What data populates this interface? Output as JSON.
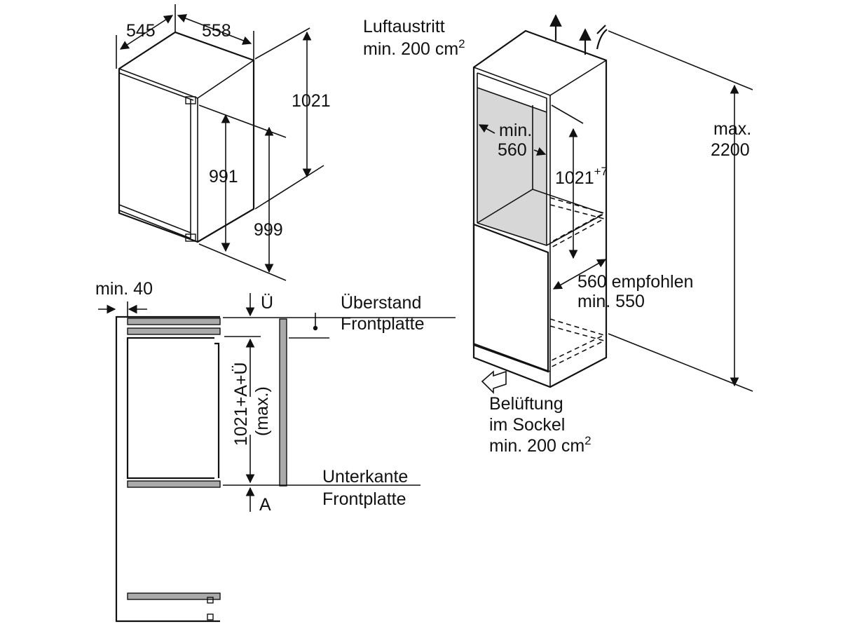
{
  "fridge_view": {
    "depth": "545",
    "width": "558",
    "height_total": "1021",
    "height_door": "991",
    "height_body": "999"
  },
  "niche_view": {
    "air_outlet_line1": "Luftaustritt",
    "air_outlet_line2": "min. 200 cm",
    "air_outlet_sup": "2",
    "niche_width_line1": "min.",
    "niche_width_line2": "560",
    "niche_height": "1021",
    "niche_height_sup": "+7",
    "max_height_line1": "max.",
    "max_height_line2": "2200",
    "depth_line1": "560 empfohlen",
    "depth_line2": "min. 550",
    "vent_line1": "Belüftung",
    "vent_line2": "im Sockel",
    "vent_line3": "min. 200 cm",
    "vent_sup": "2"
  },
  "section_view": {
    "gap_min": "min. 40",
    "overhang_symbol": "Ü",
    "overhang_line1": "Überstand",
    "overhang_line2": "Frontplatte",
    "front_height_line1": "1021+A+Ü",
    "front_height_line2": "(max.)",
    "lower_edge_line1": "Unterkante",
    "lower_edge_line2": "Frontplatte",
    "lower_symbol": "A"
  }
}
